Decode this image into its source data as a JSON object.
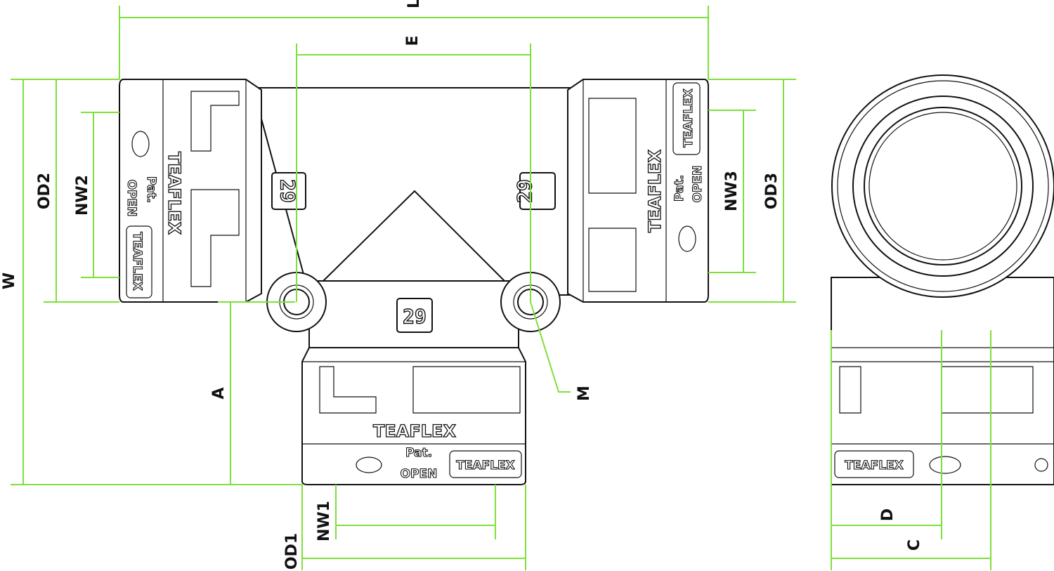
{
  "dimensions": {
    "L": "L",
    "E": "E",
    "W": "W",
    "OD2": "OD2",
    "NW2": "NW2",
    "NW3": "NW3",
    "OD3": "OD3",
    "A": "A",
    "M": "M",
    "NW1": "NW1",
    "OD1": "OD1",
    "D": "D",
    "C": "C"
  },
  "markings": {
    "size_code": "29",
    "brand": "TEAFLEX",
    "pat": "Pat.",
    "open": "OPEN"
  },
  "colors": {
    "dimension": "#7ee03a",
    "outline": "#111111"
  }
}
